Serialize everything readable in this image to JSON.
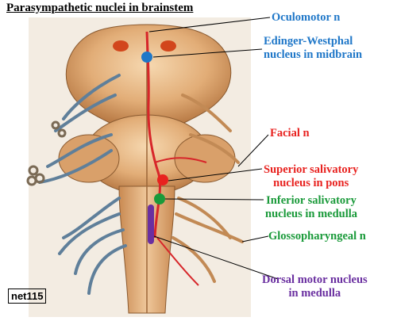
{
  "title": "Parasympathetic nuclei in brainstem",
  "badge": "net115",
  "colors": {
    "oculomotor": "#1f77c8",
    "facial": "#e8221f",
    "glossopharyngeal": "#1a9a3a",
    "vagus": "#6a2fa0",
    "leader": "#000000"
  },
  "labels": {
    "oculomotor_n": "Oculomotor n",
    "edinger_westphal": [
      "Edinger-Westphal",
      "nucleus in midbrain"
    ],
    "facial_n": "Facial n",
    "superior_salivatory": [
      "Superior salivatory",
      "nucleus in pons"
    ],
    "inferior_salivatory": [
      "Inferior salivatory",
      "nucleus in medulla"
    ],
    "glossopharyngeal_n": "Glossopharyngeal n",
    "dorsal_motor": [
      "Dorsal motor nucleus",
      "in medulla"
    ]
  }
}
